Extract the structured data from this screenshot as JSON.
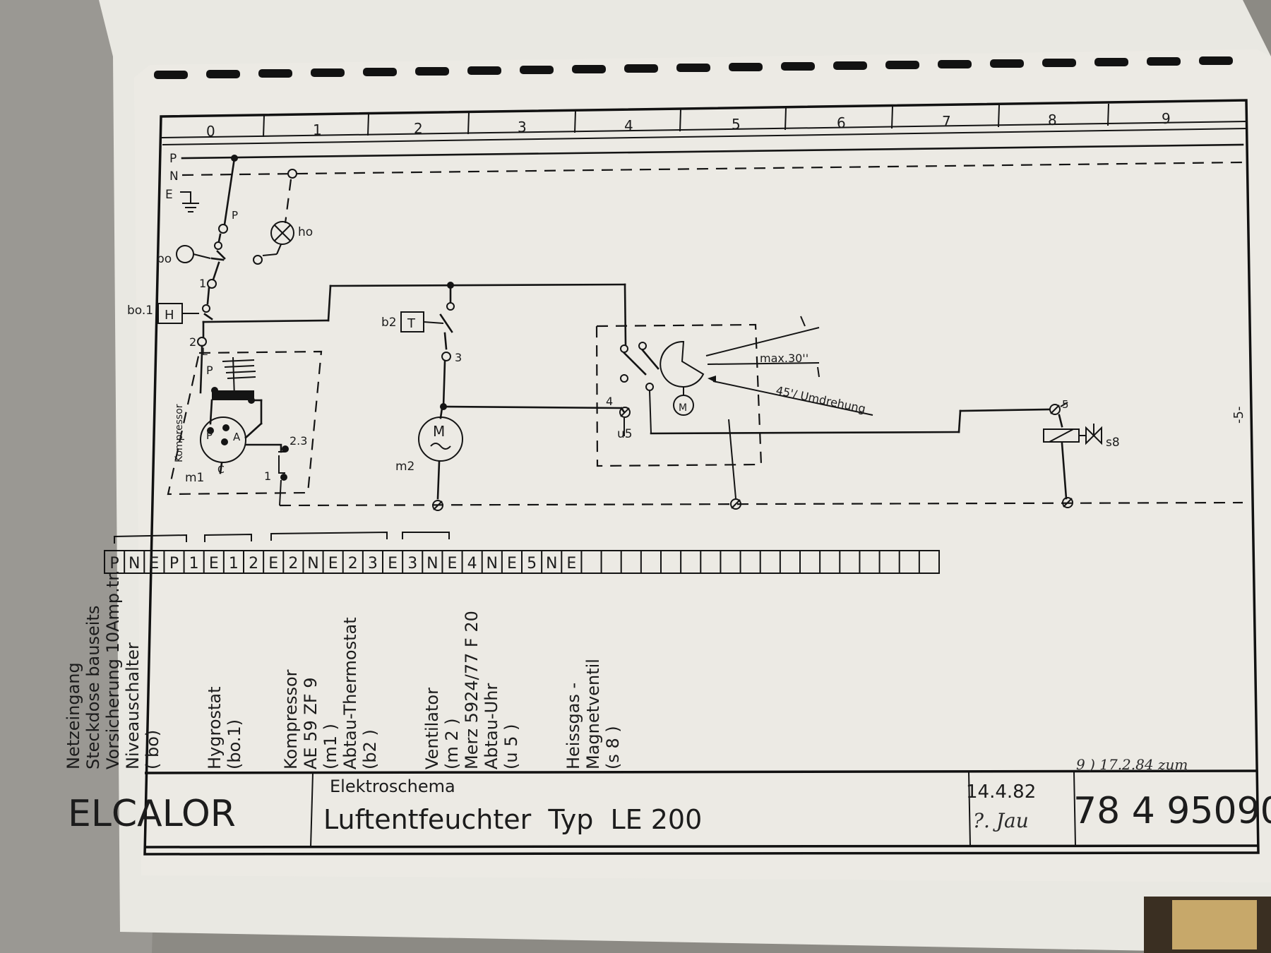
{
  "grid_columns": [
    "0",
    "1",
    "2",
    "3",
    "4",
    "5",
    "6",
    "7",
    "8",
    "9"
  ],
  "bus": {
    "p": "P",
    "n": "N",
    "e": "E"
  },
  "components": {
    "bo": "bo",
    "ho": "ho",
    "bo1": "bo.1",
    "bo1_box": "H",
    "b2": "b2",
    "b2_box": "T",
    "m1": "m1",
    "m2": "m2",
    "u5": "u5",
    "s8": "s8",
    "compressor_label": "Kompressor",
    "motor": "M",
    "motor_small": "M",
    "comp_p": "P",
    "comp_a": "A",
    "comp_c": "C",
    "comp_l": "L",
    "comp_p2": "P",
    "sw_p": "P"
  },
  "terminals": {
    "t1": "1",
    "t2": "2",
    "t3": "3",
    "t4": "4",
    "t5": "5",
    "t23": "2.3",
    "t1b": "1"
  },
  "timer": {
    "max": "max.30''",
    "rate": "45'/ Umdrehung"
  },
  "terminal_strip": [
    "P",
    "N",
    "E",
    "P",
    "1",
    "E",
    "1",
    "2",
    "E",
    "2",
    "N",
    "E",
    "2",
    "3",
    "E",
    "3",
    "N",
    "E",
    "4",
    "N",
    "E",
    "5",
    "N",
    "E"
  ],
  "legend": {
    "g1": [
      "Netzeingang",
      "Steckdose bauseits",
      "Vorsicherung 10Amp.tr.",
      "Niveauschalter",
      "( bo)"
    ],
    "g2": [
      "Hygrostat",
      "(bo.1)"
    ],
    "g3": [
      "Kompressor",
      "AE 59 ZF 9",
      "(m1 )",
      "Abtau-Thermostat",
      "(b2 )"
    ],
    "g4": [
      "Ventilator",
      "(m 2 )",
      "Merz 5924/77 F 20",
      "Abtau-Uhr",
      "(u 5 )"
    ],
    "g5": [
      "Heissgas -",
      "Magnetventil",
      "(s 8 )"
    ]
  },
  "title_block": {
    "company": "ELCALOR",
    "doc_type": "Elektroschema",
    "title": "Luftentfeuchter  Typ  LE 200",
    "date": "14.4.82",
    "drawn_by": "?. Jau",
    "drawing_no": "78 4 95090",
    "revision_note": "9 ) 17.2.84 zum",
    "page": "-5-"
  }
}
